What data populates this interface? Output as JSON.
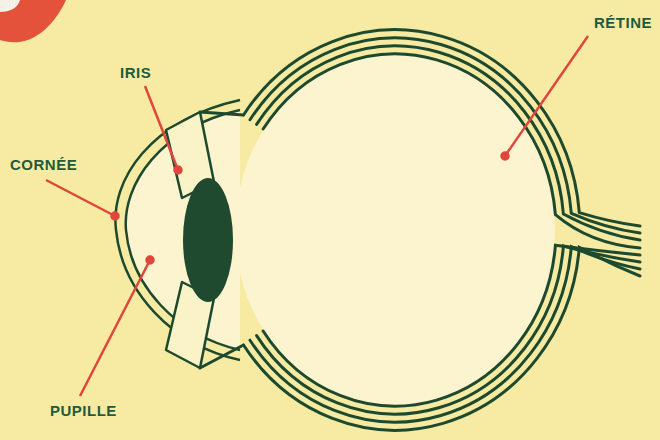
{
  "diagram": {
    "labels": [
      "RÉTINE",
      "IRIS",
      "CORNÉE",
      "PUPILLE"
    ]
  }
}
